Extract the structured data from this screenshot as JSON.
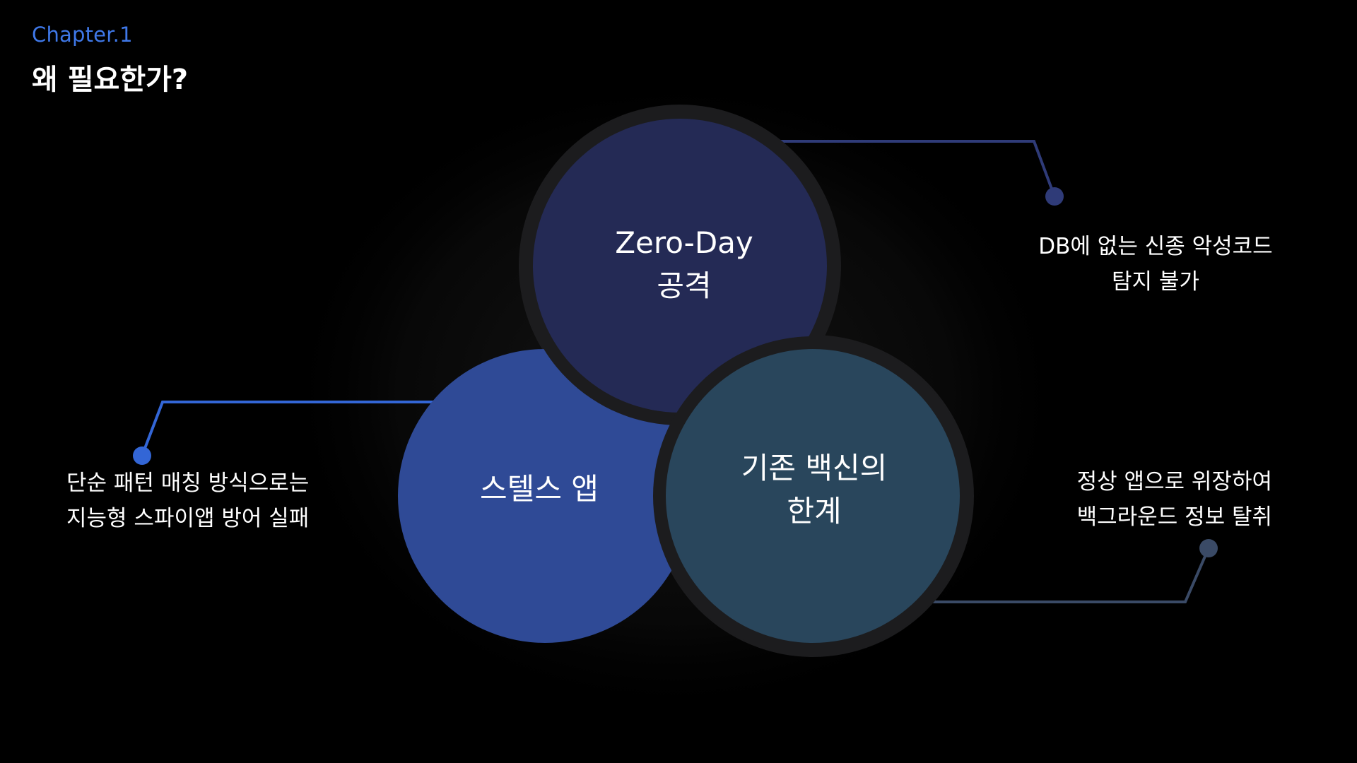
{
  "header": {
    "chapter": "Chapter.1",
    "title": "왜 필요한가?"
  },
  "circles": {
    "zero_day": {
      "line1": "Zero-Day",
      "line2": "공격",
      "color": "#242a55"
    },
    "stealth": {
      "line1": "스텔스 앱",
      "color": "#2f4a96"
    },
    "vaccine": {
      "line1": "기존 백신의",
      "line2": "한계",
      "color": "#29465c"
    }
  },
  "callouts": {
    "zero_day": {
      "line1": "DB에 없는 신종 악성코드",
      "line2": "탐지 불가",
      "connector_color": "#2f3b78"
    },
    "stealth": {
      "line1": "단순 패턴 매칭 방식으로는",
      "line2": "지능형 스파이앱 방어 실패",
      "connector_color": "#3366d6"
    },
    "vaccine": {
      "line1": "정상 앱으로 위장하여",
      "line2": "백그라운드 정보 탈취",
      "connector_color": "#3a4a66"
    }
  }
}
